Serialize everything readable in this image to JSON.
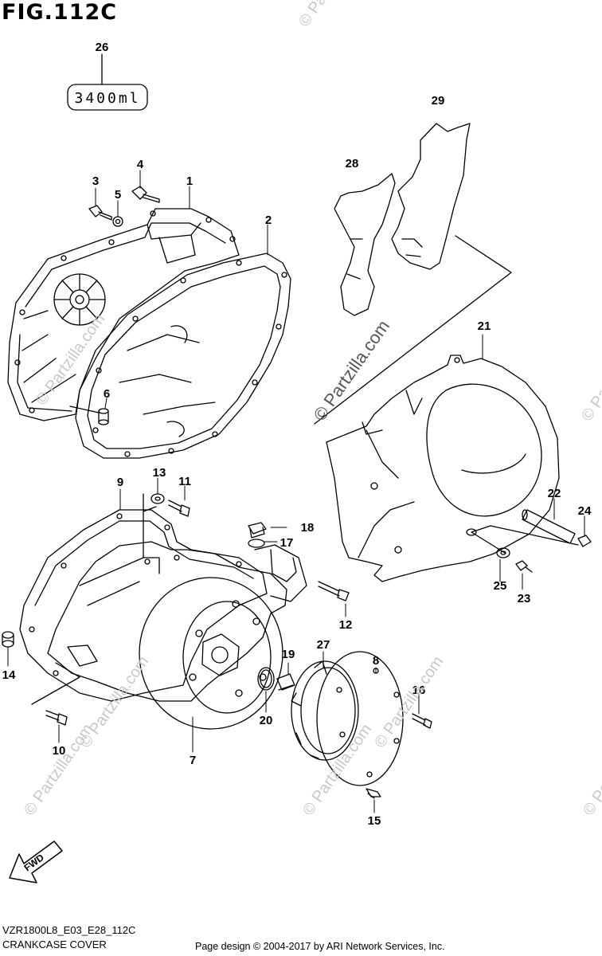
{
  "figure": {
    "title": "FIG.112C",
    "code": "VZR1800L8_E03_E28_112C",
    "name": "CRANKCASE COVER"
  },
  "credit": "Page design © 2004-2017 by ARI Network Services, Inc.",
  "watermark": "© Partzilla.com",
  "sealant_box": "3400ml",
  "fwd_label": "FWD",
  "callouts": [
    "1",
    "2",
    "3",
    "4",
    "5",
    "6",
    "7",
    "8",
    "9",
    "10",
    "11",
    "12",
    "13",
    "14",
    "15",
    "16",
    "17",
    "18",
    "19",
    "20",
    "21",
    "22",
    "23",
    "24",
    "25",
    "26",
    "27",
    "28",
    "29"
  ],
  "colors": {
    "line": "#000000",
    "watermark": "#c8c8c8",
    "background": "#ffffff"
  }
}
